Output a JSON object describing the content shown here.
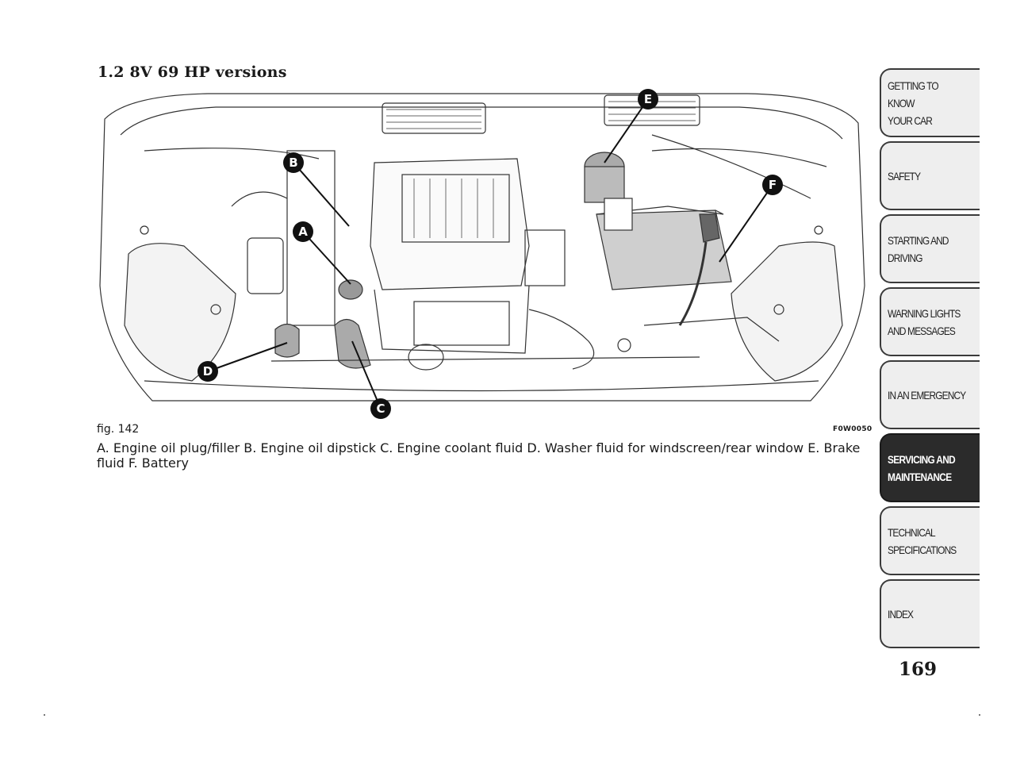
{
  "section_title": "1.2 8V 69 HP versions",
  "figure": {
    "number": "fig. 142",
    "code": "F0W0050",
    "callouts": [
      "A",
      "B",
      "C",
      "D",
      "E",
      "F"
    ]
  },
  "caption": "A. Engine oil plug/filler B. Engine oil dipstick C. Engine coolant fluid D. Washer fluid for windscreen/rear window E. Brake fluid F. Battery",
  "tabs": [
    {
      "label": "GETTING TO KNOW\nYOUR CAR",
      "active": false
    },
    {
      "label": "SAFETY",
      "active": false
    },
    {
      "label": "STARTING AND\nDRIVING",
      "active": false
    },
    {
      "label": "WARNING LIGHTS\nAND MESSAGES",
      "active": false
    },
    {
      "label": "IN AN EMERGENCY",
      "active": false
    },
    {
      "label": "SERVICING AND\nMAINTENANCE",
      "active": true
    },
    {
      "label": "TECHNICAL\nSPECIFICATIONS",
      "active": false
    },
    {
      "label": "INDEX",
      "active": false
    }
  ],
  "page_number": "169"
}
